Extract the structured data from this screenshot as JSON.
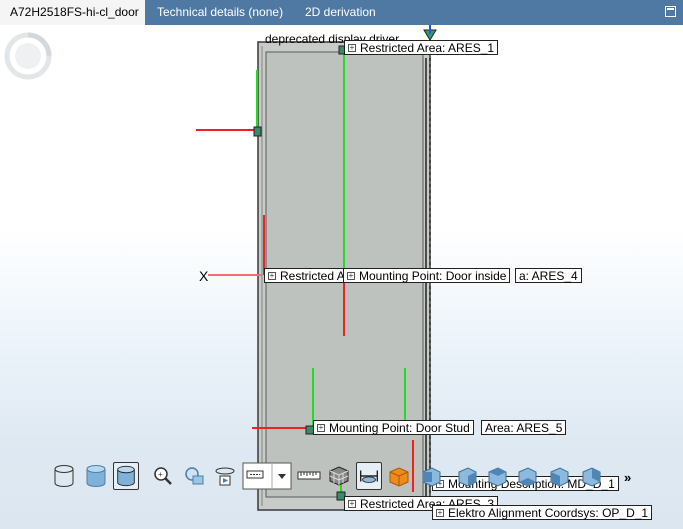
{
  "tabs": [
    {
      "label": "A72H2518FS-hi-cl_door",
      "active": true
    },
    {
      "label": "Technical details (none)",
      "active": false
    },
    {
      "label": "2D derivation",
      "active": false
    }
  ],
  "viewport": {
    "driver_text": "deprecated display driver",
    "axis_x_label": "X",
    "labels": {
      "ares1": "Restricted Area: ARES_1",
      "restricted_partial": "Restricted A",
      "door_inside": "Mounting Point: Door inside",
      "ares4": "a: ARES_4",
      "door_stud": "Mounting Point: Door Stud",
      "ares5": "Area: ARES_5",
      "mounting_desc": "Mounting Description: MD_D_1",
      "restricted_bottom": "Restricted Area: ARES_3",
      "elektro": "Elektro Alignment Coordsys: OP_D_1"
    }
  },
  "toolbar": {
    "more": "»",
    "buttons": [
      "view-mode-wireframe",
      "view-mode-shaded",
      "view-mode-shaded-edges",
      "zoom",
      "zoom-window",
      "rotate",
      "presentation",
      "explode",
      "measure",
      "mesh",
      "dimension",
      "color",
      "cube-front",
      "cube-back",
      "cube-top",
      "cube-bottom",
      "cube-left",
      "cube-right"
    ]
  }
}
